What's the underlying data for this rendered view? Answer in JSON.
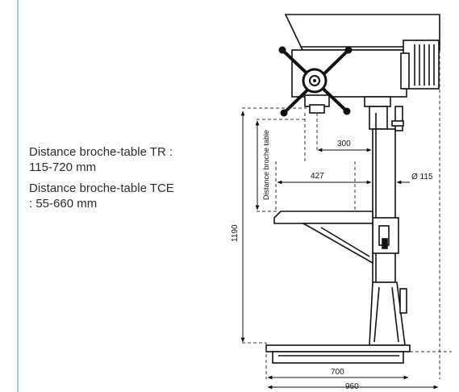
{
  "specs": {
    "tr": "Distance broche-table TR : 115-720 mm",
    "tce": "Distance broche-table TCE : 55-660 mm"
  },
  "drawing": {
    "dim_300": "300",
    "dim_427": "427",
    "dim_115": "Ø 115",
    "dim_1190": "1190",
    "dim_700": "700",
    "dim_960": "960",
    "label_vertical": "Distance broche table"
  }
}
